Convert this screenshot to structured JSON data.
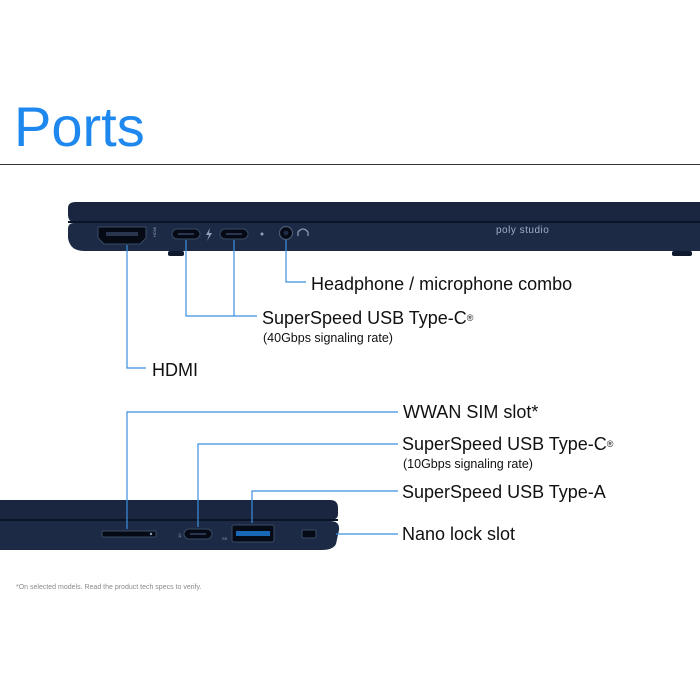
{
  "title": "Ports",
  "brand_mark": "poly studio",
  "side_labels": {
    "hdmi_tag": "HDMI",
    "usb_a_tag": "SS"
  },
  "callouts": {
    "headphone": "Headphone / microphone combo",
    "usbc_40": {
      "label": "SuperSpeed USB Type-C",
      "mark": "®",
      "sub": "(40Gbps signaling rate)"
    },
    "hdmi": "HDMI",
    "wwan": "WWAN SIM slot*",
    "usbc_10": {
      "label": "SuperSpeed USB Type-C",
      "mark": "®",
      "sub": "(10Gbps signaling rate)"
    },
    "usb_a": "SuperSpeed USB Type-A",
    "lock": "Nano lock slot"
  },
  "footnote": "*On selected models. Read the product tech specs to verify.",
  "colors": {
    "title": "#1e88ee",
    "leader": "#3b8fe0",
    "chassis": "#1c2a45",
    "chassis_dark": "#0f1a2e"
  }
}
